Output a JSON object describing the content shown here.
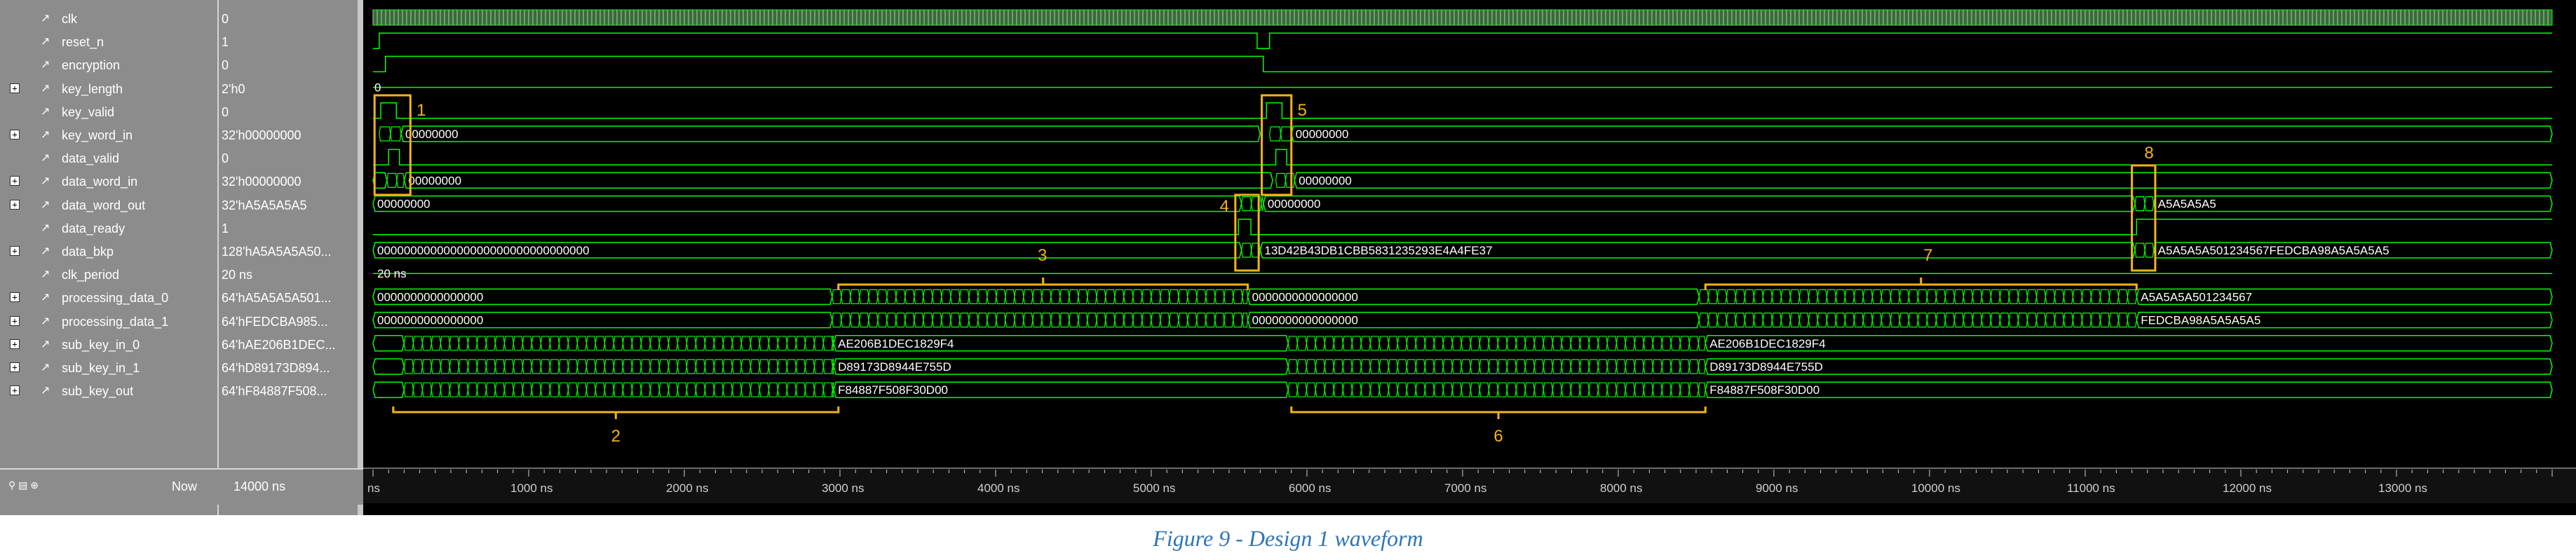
{
  "signals": [
    {
      "name": "clk",
      "value": "0",
      "bus": false
    },
    {
      "name": "reset_n",
      "value": "1",
      "bus": false
    },
    {
      "name": "encryption",
      "value": "0",
      "bus": false
    },
    {
      "name": "key_length",
      "value": "2'h0",
      "bus": true
    },
    {
      "name": "key_valid",
      "value": "0",
      "bus": false
    },
    {
      "name": "key_word_in",
      "value": "32'h00000000",
      "bus": true
    },
    {
      "name": "data_valid",
      "value": "0",
      "bus": false
    },
    {
      "name": "data_word_in",
      "value": "32'h00000000",
      "bus": true
    },
    {
      "name": "data_word_out",
      "value": "32'hA5A5A5A5",
      "bus": true
    },
    {
      "name": "data_ready",
      "value": "1",
      "bus": false
    },
    {
      "name": "data_bkp",
      "value": "128'hA5A5A5A50...",
      "bus": true
    },
    {
      "name": "clk_period",
      "value": "20 ns",
      "bus": false
    },
    {
      "name": "processing_data_0",
      "value": "64'hA5A5A5A501...",
      "bus": true
    },
    {
      "name": "processing_data_1",
      "value": "64'hFEDCBA985...",
      "bus": true
    },
    {
      "name": "sub_key_in_0",
      "value": "64'hAE206B1DEC...",
      "bus": true
    },
    {
      "name": "sub_key_in_1",
      "value": "64'hD89173D894...",
      "bus": true
    },
    {
      "name": "sub_key_out",
      "value": "64'hF84887F508...",
      "bus": true
    }
  ],
  "footer": {
    "now_label": "Now",
    "now_value": "14000 ns",
    "icons": "⚲ ▤ ⊕"
  },
  "time_axis": {
    "labels": [
      {
        "t": 0,
        "text": "ns"
      },
      {
        "t": 1000,
        "text": "1000 ns"
      },
      {
        "t": 2000,
        "text": "2000 ns"
      },
      {
        "t": 3000,
        "text": "3000 ns"
      },
      {
        "t": 4000,
        "text": "4000 ns"
      },
      {
        "t": 5000,
        "text": "5000 ns"
      },
      {
        "t": 6000,
        "text": "6000 ns"
      },
      {
        "t": 7000,
        "text": "7000 ns"
      },
      {
        "t": 8000,
        "text": "8000 ns"
      },
      {
        "t": 9000,
        "text": "9000 ns"
      },
      {
        "t": 10000,
        "text": "10000 ns"
      },
      {
        "t": 11000,
        "text": "11000 ns"
      },
      {
        "t": 12000,
        "text": "12000 ns"
      },
      {
        "t": 13000,
        "text": "13000 ns"
      }
    ]
  },
  "waves": {
    "key_length_text": "0",
    "key_word_in_1": "00000000",
    "key_word_in_2": "00000000",
    "data_word_in_1": "00000000",
    "data_word_in_2": "00000000",
    "data_word_out_1": "00000000",
    "data_word_out_2": "00000000",
    "data_word_out_3": "A5A5A5A5",
    "data_bkp_1": "00000000000000000000000000000000",
    "data_bkp_2": "13D42B43DB1CBB5831235293E4A4FE37",
    "data_bkp_3": "A5A5A5A501234567FEDCBA98A5A5A5A5",
    "clk_period": "20 ns",
    "pd0_1": "0000000000000000",
    "pd0_2": "0000000000000000",
    "pd0_3": "A5A5A5A501234567",
    "pd1_1": "0000000000000000",
    "pd1_2": "0000000000000000",
    "pd1_3": "FEDCBA98A5A5A5A5",
    "ski0": "AE206B1DEC1829F4",
    "ski1": "D89173D8944E755D",
    "sko": "F84887F508F30D00"
  },
  "annotations": [
    "1",
    "2",
    "3",
    "4",
    "5",
    "6",
    "7",
    "8"
  ],
  "colors": {
    "wave": "#00ff00",
    "annotation": "#f2b418",
    "background": "#000000",
    "panel": "#8c8c8c",
    "caption": "#2e74b5"
  },
  "caption": "Figure 9 - Design 1 waveform"
}
